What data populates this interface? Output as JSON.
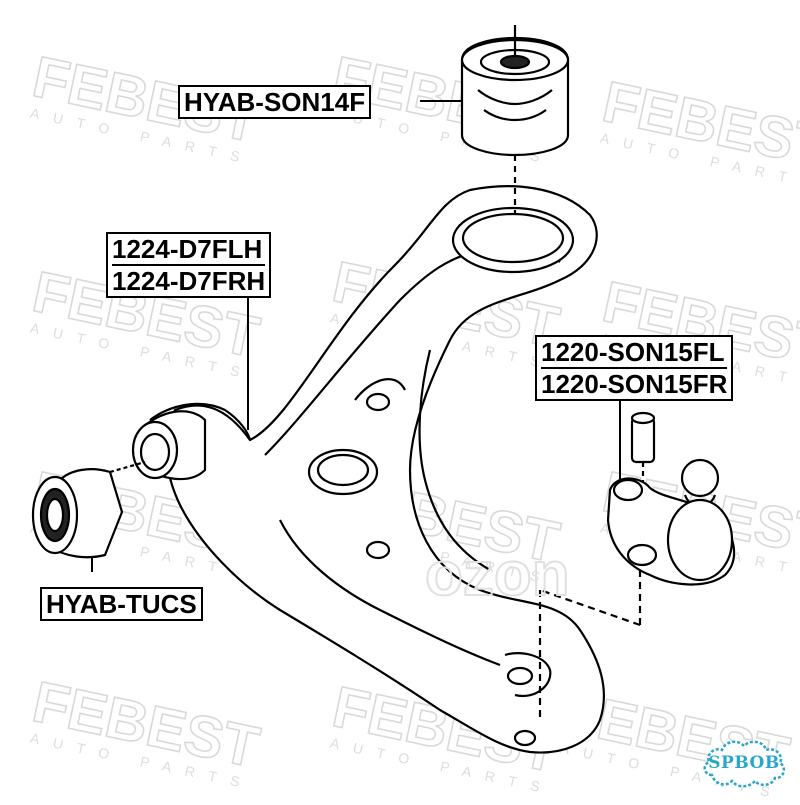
{
  "watermark": {
    "brand": "FEBEST",
    "sub": "AUTO PARTS"
  },
  "center_mark": "ozon",
  "labels": {
    "top_mount": "HYAB-SON14F",
    "arm_left": "1224-D7FLH",
    "arm_right": "1224-D7FRH",
    "ball_joint_left": "1220-SON15FL",
    "ball_joint_right": "1220-SON15FR",
    "bushing": "HYAB-TUCS"
  },
  "badge": {
    "text": "SPBOB",
    "color": "#2aa7c8"
  }
}
